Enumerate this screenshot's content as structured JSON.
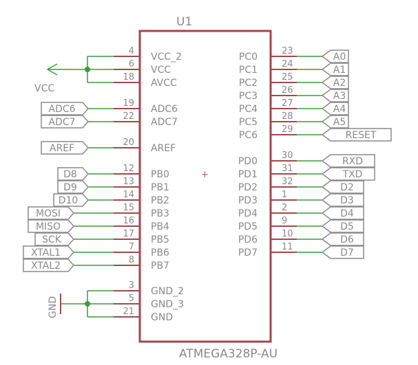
{
  "chip": {
    "ref": "U1",
    "part": "ATMEGA328P-AU",
    "origin_mark": "+"
  },
  "colors": {
    "outline": "#a0484a",
    "pin": "#a0484a",
    "wire": "#3c9a3c",
    "label": "#8a8a8a",
    "junction": "#3c9a3c"
  },
  "pins": {
    "left": [
      {
        "num": "4",
        "name": "VCC_2"
      },
      {
        "num": "6",
        "name": "VCC"
      },
      {
        "num": "18",
        "name": "AVCC"
      },
      {
        "num": "19",
        "name": "ADC6"
      },
      {
        "num": "22",
        "name": "ADC7"
      },
      {
        "num": "20",
        "name": "AREF"
      },
      {
        "num": "12",
        "name": "PB0"
      },
      {
        "num": "13",
        "name": "PB1"
      },
      {
        "num": "14",
        "name": "PB2"
      },
      {
        "num": "15",
        "name": "PB3"
      },
      {
        "num": "16",
        "name": "PB4"
      },
      {
        "num": "17",
        "name": "PB5"
      },
      {
        "num": "7",
        "name": "PB6"
      },
      {
        "num": "8",
        "name": "PB7"
      },
      {
        "num": "3",
        "name": "GND_2"
      },
      {
        "num": "5",
        "name": "GND_3"
      },
      {
        "num": "21",
        "name": "GND"
      }
    ],
    "right": [
      {
        "num": "23",
        "name": "PC0"
      },
      {
        "num": "24",
        "name": "PC1"
      },
      {
        "num": "25",
        "name": "PC2"
      },
      {
        "num": "26",
        "name": "PC3"
      },
      {
        "num": "27",
        "name": "PC4"
      },
      {
        "num": "28",
        "name": "PC5"
      },
      {
        "num": "29",
        "name": "PC6"
      },
      {
        "num": "30",
        "name": "PD0"
      },
      {
        "num": "31",
        "name": "PD1"
      },
      {
        "num": "32",
        "name": "PD2"
      },
      {
        "num": "1",
        "name": "PD3"
      },
      {
        "num": "2",
        "name": "PD4"
      },
      {
        "num": "9",
        "name": "PD5"
      },
      {
        "num": "10",
        "name": "PD6"
      },
      {
        "num": "11",
        "name": "PD7"
      }
    ]
  },
  "nets": {
    "left": [
      "ADC6",
      "ADC7",
      "AREF",
      "D8",
      "D9",
      "D10",
      "MOSI",
      "MISO",
      "SCK",
      "XTAL1",
      "XTAL2"
    ],
    "right": [
      "A0",
      "A1",
      "A2",
      "A3",
      "A4",
      "A5",
      "RESET",
      "RXD",
      "TXD",
      "D2",
      "D3",
      "D4",
      "D5",
      "D6",
      "D7"
    ]
  },
  "power": {
    "vcc_label": "VCC",
    "gnd_label": "GND"
  }
}
